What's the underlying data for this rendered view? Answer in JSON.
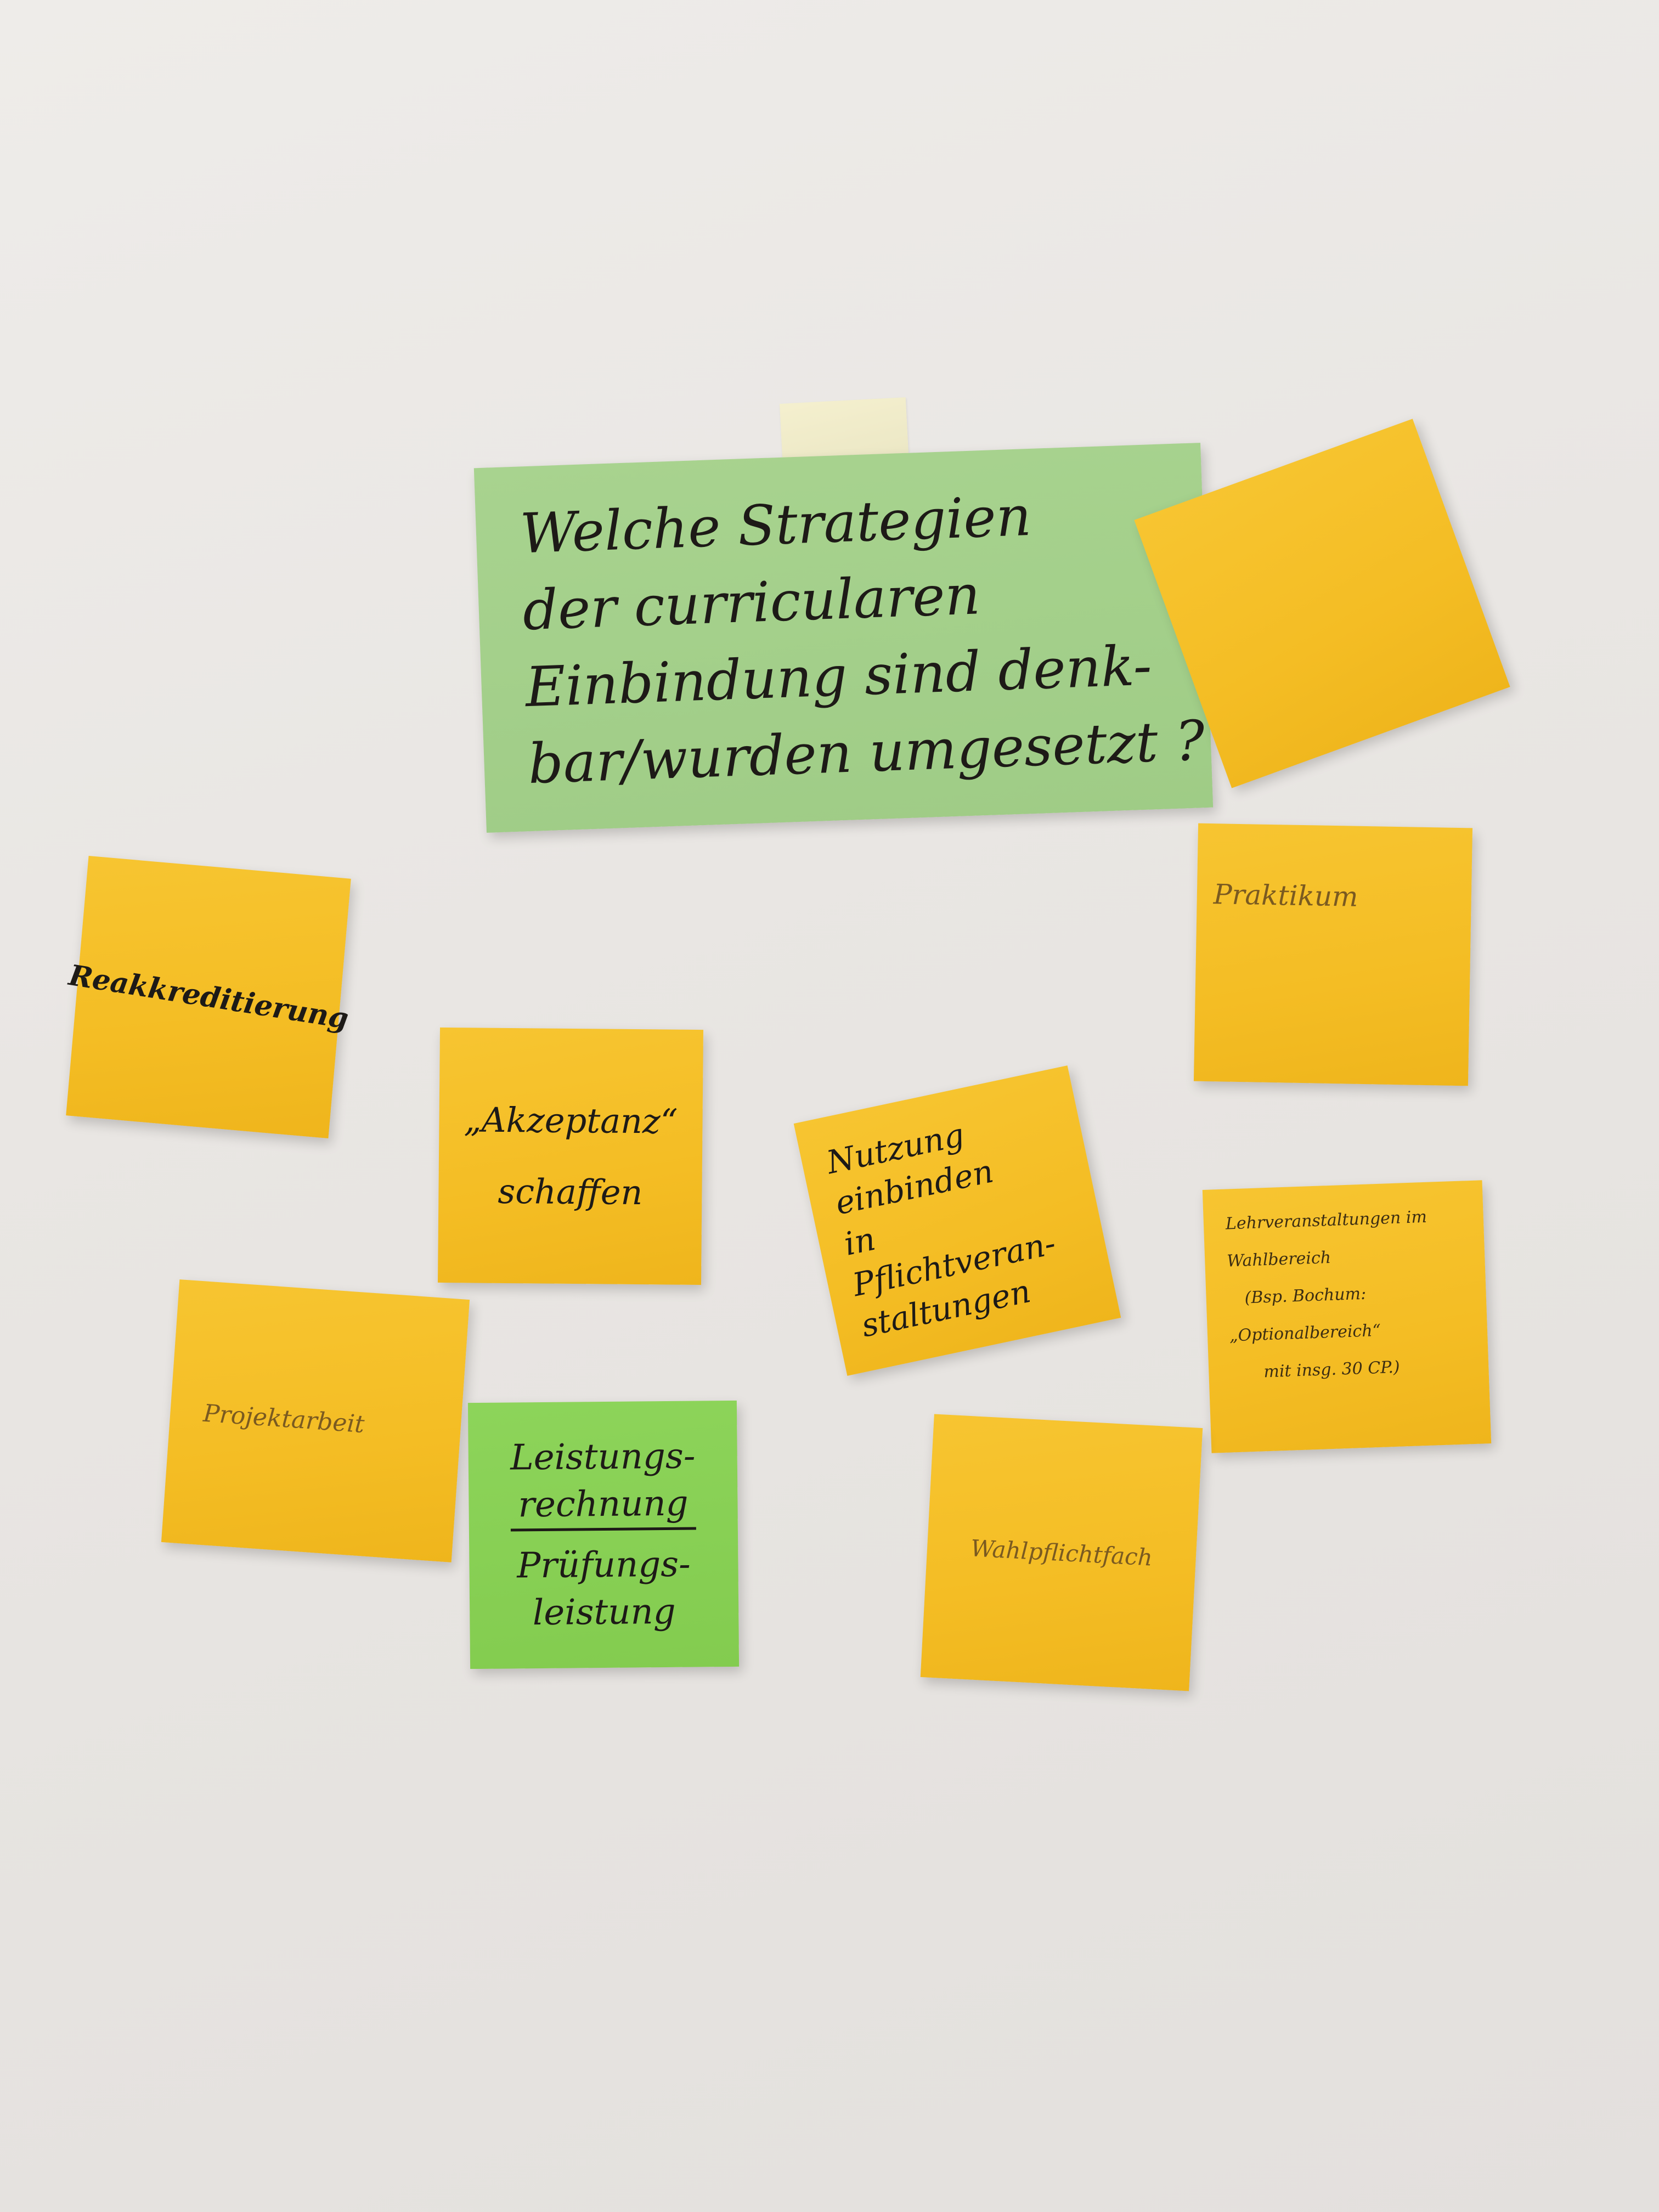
{
  "question_card": {
    "lines": [
      "Welche Strategien",
      "der curricularen",
      "Einbindung sind denk-",
      "bar/wurden umgesetzt ?"
    ]
  },
  "notes": {
    "anrechnung": "Reakkreditierung",
    "akzeptanz": [
      "„Akzeptanz“",
      "schaffen"
    ],
    "praktikum": "Praktikum",
    "nutzung": [
      "Nutzung",
      "einbinden",
      "in",
      "Pflichtveran-",
      "staltungen"
    ],
    "lehrveranstaltungen": [
      "Lehrveranstaltungen im",
      "Wahlbereich",
      "(Bsp. Bochum:",
      "„Optionalbereich“",
      "mit insg. 30 CP.)"
    ],
    "projektarbeit": "Projektarbeit",
    "leistung": [
      "Leistungs-",
      "rechnung",
      "Prüfungs-",
      "leistung"
    ],
    "wahlpflicht": "Wahlpflichtfach"
  },
  "colors": {
    "wall": "#ebe8e5",
    "note_yellow": "#f4bd24",
    "note_green_large": "#a3cf8a",
    "note_green_small": "#87d053",
    "ink": "#1d1a17"
  }
}
